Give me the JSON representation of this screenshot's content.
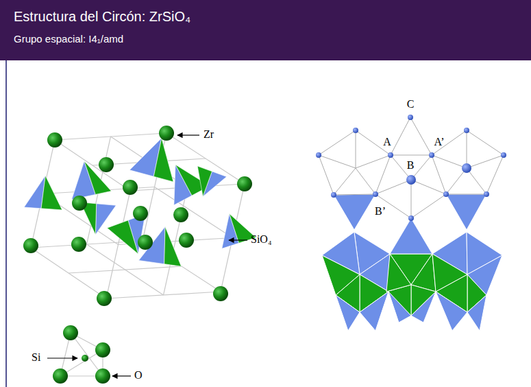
{
  "diagram": {
    "title": "Estructura del Circón: ZrSiO₄",
    "labels": [
      "Grupo espacial: I4₁/amd",
      "Zr",
      "SiO₄",
      "Si",
      "O",
      "C",
      "A",
      "A’",
      "B",
      "B’"
    ]
  }
}
